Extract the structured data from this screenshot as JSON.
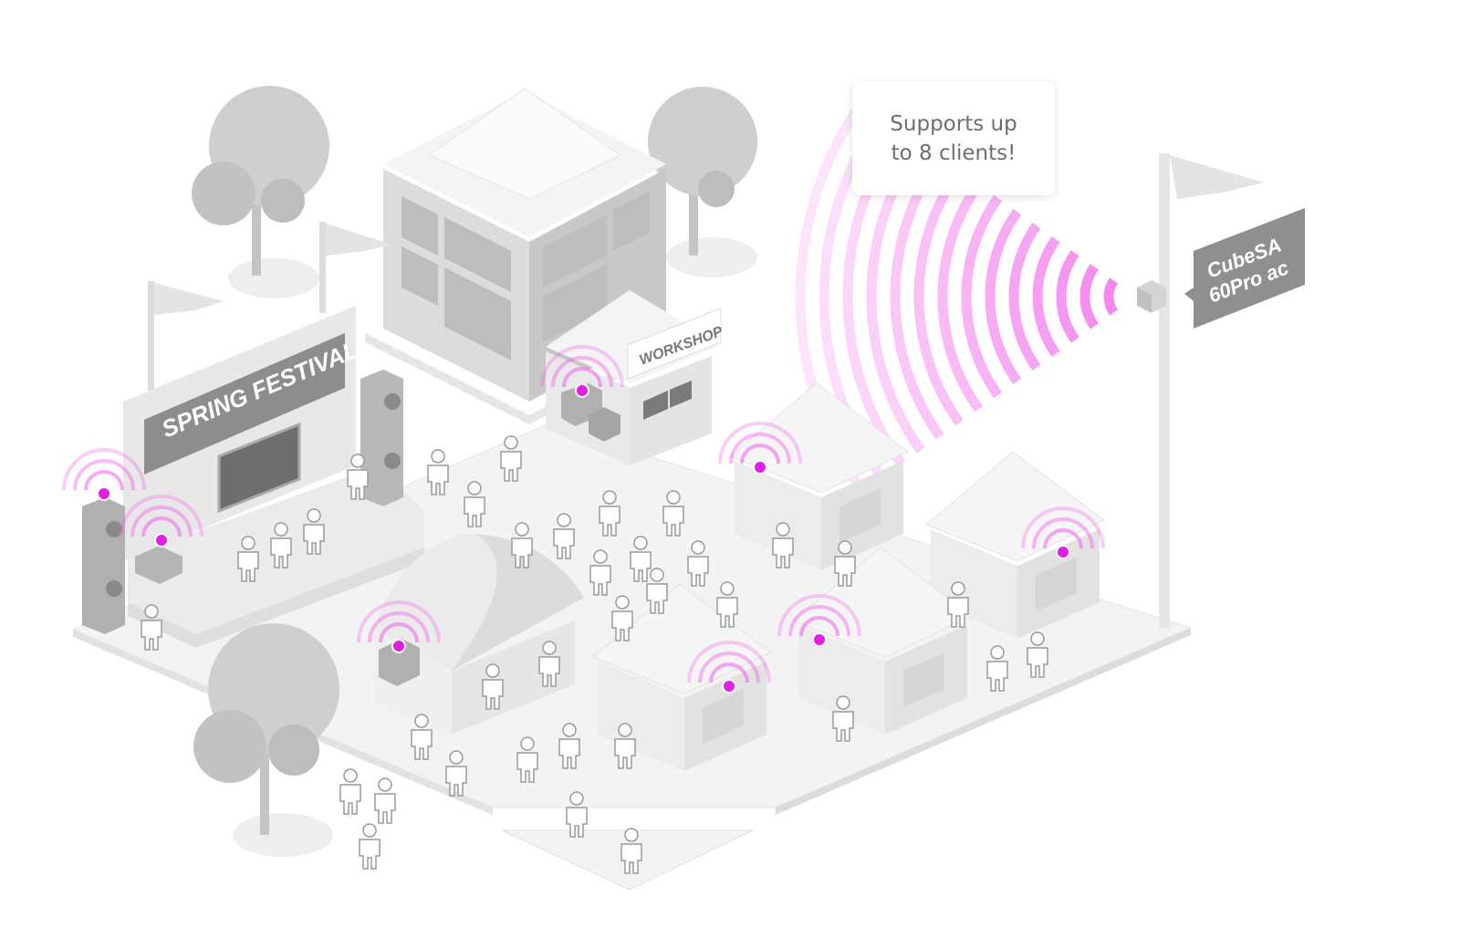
{
  "callout": {
    "line1": "Supports up",
    "line2": "to 8 clients!"
  },
  "stage_sign": "SPRING FESTIVAL",
  "workshop_sign": "WORKSHOP",
  "device_label": {
    "line1": "CubeSA",
    "line2": "60Pro ac"
  },
  "client_count": 8,
  "colors": {
    "signal": "#f060e8",
    "client_dot": "#e020e0",
    "gray_dark": "#8a8a8a",
    "gray_mid": "#c9c9c9",
    "gray_light": "#efefef"
  }
}
